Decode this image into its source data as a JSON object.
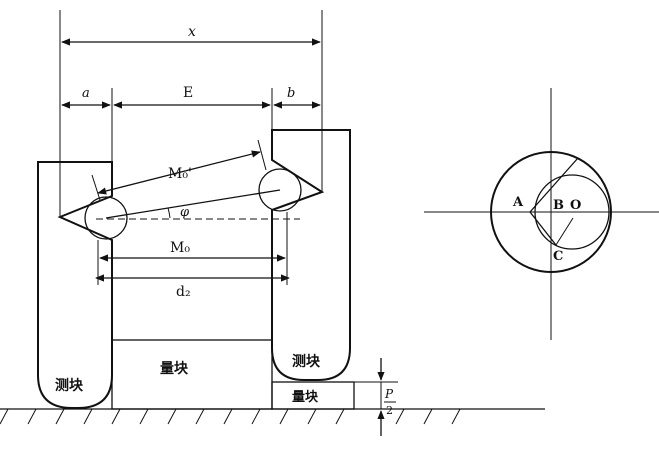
{
  "labels": {
    "x": "x",
    "a": "a",
    "E": "E",
    "b": "b",
    "M0_prime": "M₀'",
    "phi": "φ",
    "M0": "M₀",
    "d2": "d₂",
    "gauge_block_center": "量块",
    "gauge_block_right": "量块",
    "measuring_block_left": "测块",
    "measuring_block_right": "测块",
    "p_over_2_numerator": "P",
    "p_over_2_denominator": "2",
    "point_A": "A",
    "point_B": "B",
    "point_O": "O",
    "point_C": "C"
  }
}
